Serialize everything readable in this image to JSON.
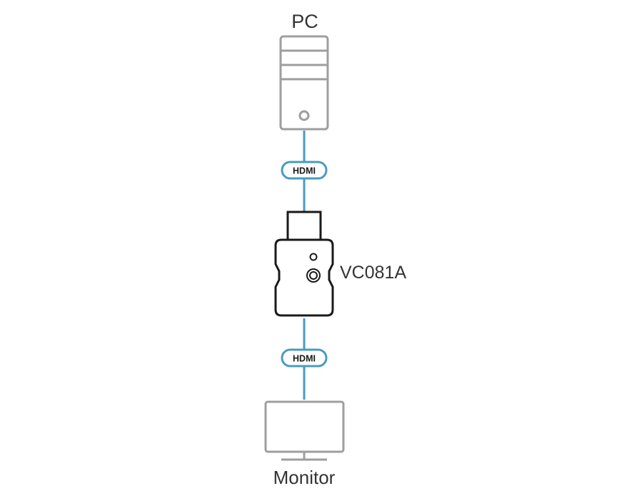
{
  "nodes": {
    "pc": {
      "label": "PC"
    },
    "adapter": {
      "label": "VC081A"
    },
    "monitor": {
      "label": "Monitor"
    }
  },
  "connections": [
    {
      "from": "pc",
      "to": "adapter",
      "label": "HDMI"
    },
    {
      "from": "adapter",
      "to": "monitor",
      "label": "HDMI"
    }
  ],
  "colors": {
    "cable": "#4a9bbf",
    "device_gray": "#9e9e9e",
    "adapter_outline": "#1a1a1a",
    "text": "#333333"
  },
  "icons": {
    "pc": "pc-tower-icon",
    "adapter": "hdmi-adapter-icon",
    "monitor": "monitor-icon"
  }
}
